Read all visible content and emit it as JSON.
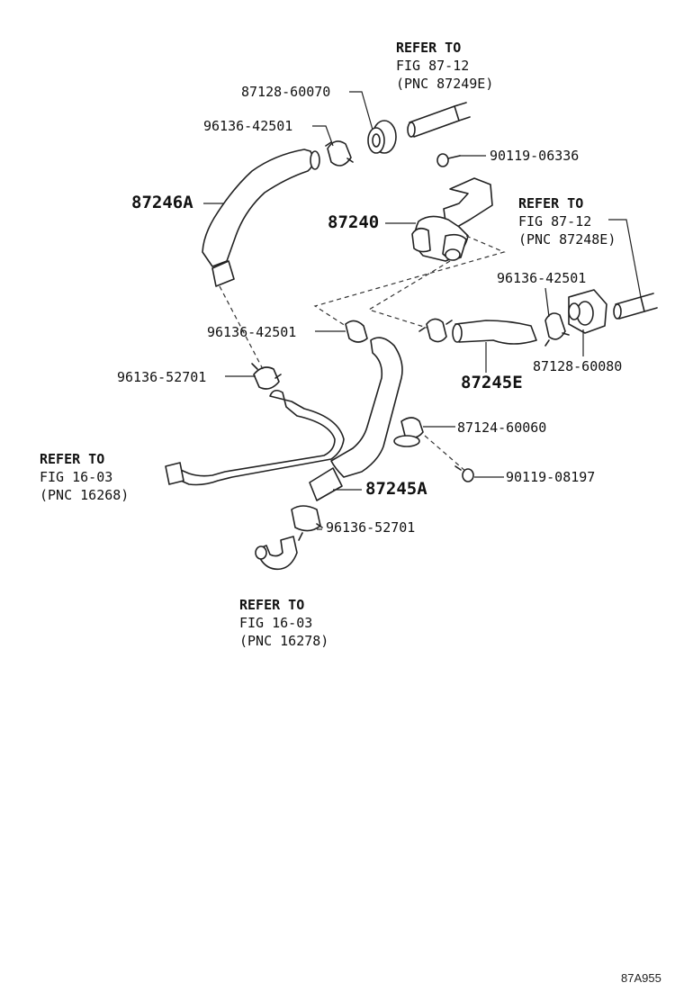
{
  "diagram_code": "87A955",
  "refs": {
    "ref_top": {
      "l1": "REFER TO",
      "l2": "FIG 87-12",
      "l3": "(PNC 87249E)"
    },
    "ref_right": {
      "l1": "REFER TO",
      "l2": "FIG 87-12",
      "l3": "(PNC 87248E)"
    },
    "ref_left": {
      "l1": "REFER TO",
      "l2": "FIG 16-03",
      "l3": "(PNC 16268)"
    },
    "ref_bottom": {
      "l1": "REFER TO",
      "l2": "FIG 16-03",
      "l3": "(PNC 16278)"
    }
  },
  "parts": {
    "p_87128_60070": "87128-60070",
    "p_96136_42501_top": "96136-42501",
    "p_90119_06336": "90119-06336",
    "p_87246A": "87246A",
    "p_87240": "87240",
    "p_96136_42501_right": "96136-42501",
    "p_96136_42501_mid": "96136-42501",
    "p_87128_60080": "87128-60080",
    "p_96136_52701_left": "96136-52701",
    "p_87245E": "87245E",
    "p_87124_60060": "87124-60060",
    "p_90119_08197": "90119-08197",
    "p_87245A": "87245A",
    "p_96136_52701_bottom": "96136-52701"
  }
}
